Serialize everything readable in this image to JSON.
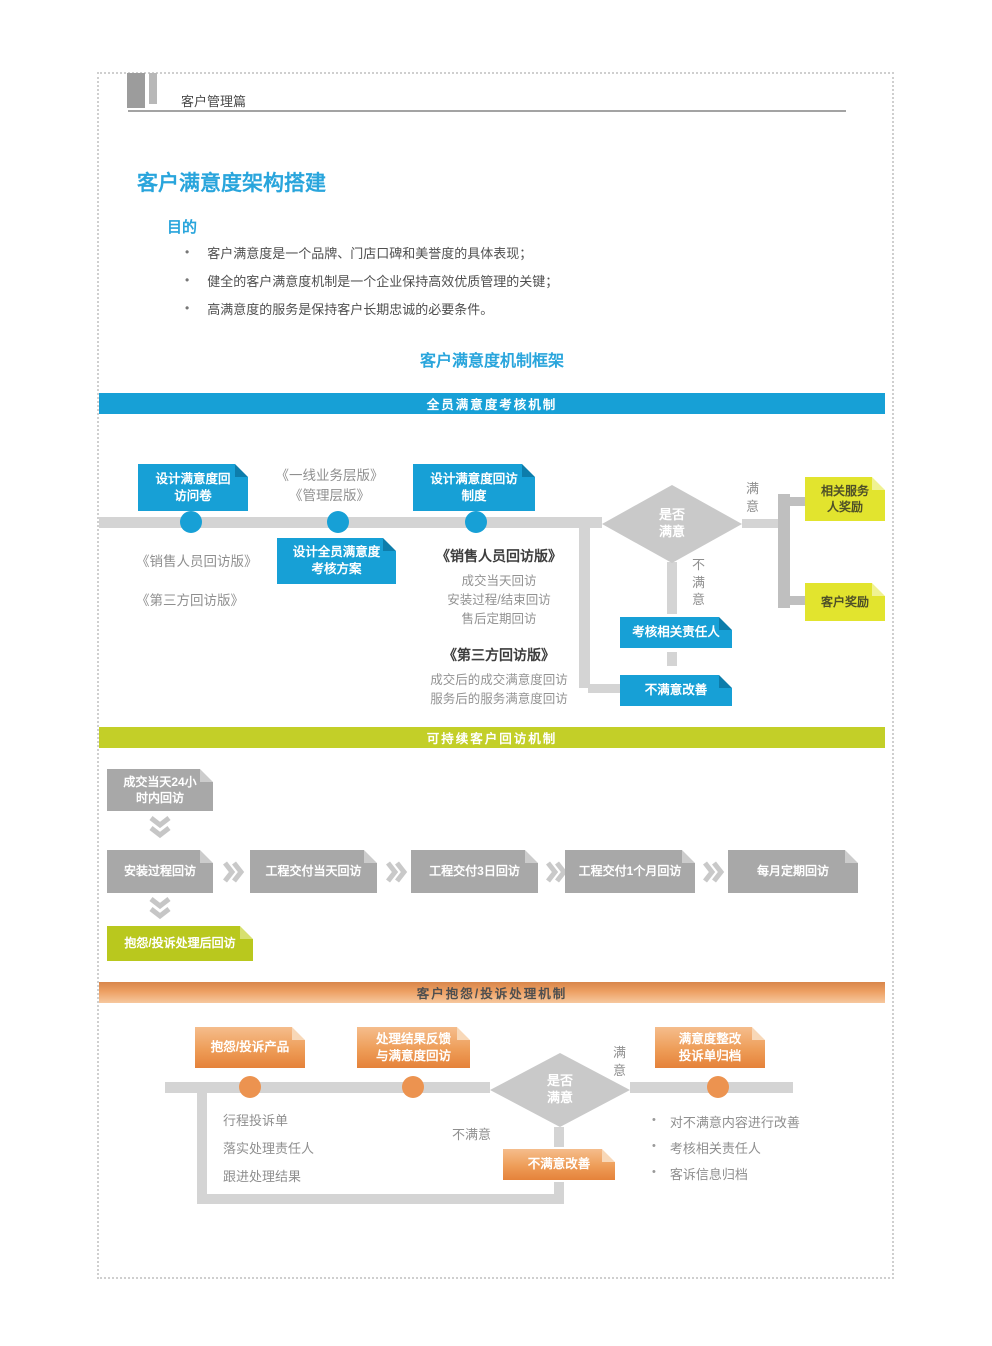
{
  "colors": {
    "accent_blue": "#17a0d6",
    "title_blue": "#29a5dc",
    "gray_box": "#a8a8a8",
    "yellow_box": "#e2e42e",
    "green": "#c3cf28",
    "orange": "#ec9350",
    "connector": "#d4d4d4"
  },
  "header": {
    "label": "客户管理篇"
  },
  "title": "客户满意度架构搭建",
  "purpose": {
    "heading": "目的",
    "bullets": [
      "客户满意度是一个品牌、门店口碑和美誉度的具体表现；",
      "健全的客户满意度机制是一个企业保持高效优质管理的关键；",
      "高满意度的服务是保持客户长期忠诚的必要条件。"
    ]
  },
  "framework_title": "客户满意度机制框架",
  "section1": {
    "banner": "全员满意度考核机制",
    "box_questionnaire": "设计满意度回\n访问卷",
    "label_versions_top": "《一线业务层版》\n《管理层版》",
    "box_system": "设计满意度回访\n制度",
    "label_sales_version": "《销售人员回访版》",
    "label_thirdparty_version": "《第三方回访版》",
    "box_assessment": "设计全员满意度\n考核方案",
    "sales_detail": {
      "heading": "《销售人员回访版》",
      "items": [
        "成交当天回访",
        "安装过程/结束回访",
        "售后定期回访"
      ]
    },
    "thirdparty_detail": {
      "heading": "《第三方回访版》",
      "items": [
        "成交后的成交满意度回访",
        "服务后的服务满意度回访"
      ]
    },
    "diamond": "是否\n满意",
    "label_satisfied": "满\n意",
    "label_unsatisfied": "不\n满\n意",
    "box_reward_staff": "相关服务\n人奖励",
    "box_reward_customer": "客户奖励",
    "box_assess_responsible": "考核相关责任人",
    "box_improve": "不满意改善"
  },
  "section2": {
    "banner": "可持续客户回访机制",
    "box_first": "成交当天24小\n时内回访",
    "row": [
      "安装过程回访",
      "工程交付当天回访",
      "工程交付3日回访",
      "工程交付1个月回访",
      "每月定期回访"
    ],
    "box_complaint": "抱怨/投诉处理后回访"
  },
  "section3": {
    "banner": "客户抱怨/投诉处理机制",
    "box_complaint_product": "抱怨/投诉产品",
    "box_feedback": "处理结果反馈\n与满意度回访",
    "box_archive": "满意度整改\n投诉单归档",
    "diamond": "是否\n满意",
    "label_satisfied": "满\n意",
    "label_unsatisfied": "不满意",
    "box_improve": "不满意改善",
    "left_items": [
      "行程投诉单",
      "落实处理责任人",
      "跟进处理结果"
    ],
    "right_items": [
      "对不满意内容进行改善",
      "考核相关责任人",
      "客诉信息归档"
    ]
  }
}
